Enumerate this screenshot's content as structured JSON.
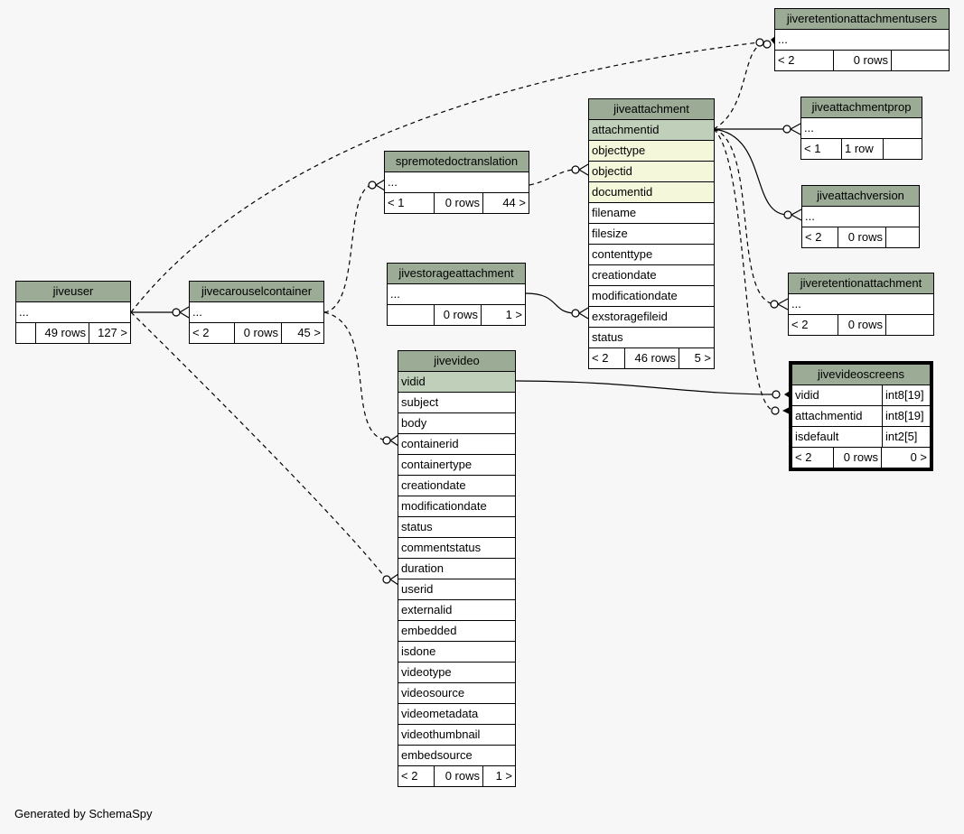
{
  "tables": {
    "jiveuser": {
      "name": "jiveuser",
      "rows": [
        "..."
      ],
      "foot": [
        "",
        "49 rows",
        "127 >"
      ]
    },
    "jivecarouselcontainer": {
      "name": "jivecarouselcontainer",
      "rows": [
        "..."
      ],
      "foot": [
        "< 2",
        "0 rows",
        "45 >"
      ]
    },
    "spremotedoctranslation": {
      "name": "spremotedoctranslation",
      "rows": [
        "..."
      ],
      "foot": [
        "< 1",
        "0 rows",
        "44 >"
      ]
    },
    "jivestorageattachment": {
      "name": "jivestorageattachment",
      "rows": [
        "..."
      ],
      "foot": [
        "",
        "0 rows",
        "1 >"
      ]
    },
    "jiveattachment": {
      "name": "jiveattachment",
      "rows": [
        "attachmentid",
        "objecttype",
        "objectid",
        "documentid",
        "filename",
        "filesize",
        "contenttype",
        "creationdate",
        "modificationdate",
        "exstoragefileid",
        "status"
      ],
      "foot": [
        "< 2",
        "46 rows",
        "5 >"
      ]
    },
    "jivevideo": {
      "name": "jivevideo",
      "rows": [
        "vidid",
        "subject",
        "body",
        "containerid",
        "containertype",
        "creationdate",
        "modificationdate",
        "status",
        "commentstatus",
        "duration",
        "userid",
        "externalid",
        "embedded",
        "isdone",
        "videotype",
        "videosource",
        "videometadata",
        "videothumbnail",
        "embedsource"
      ],
      "foot": [
        "< 2",
        "0 rows",
        "1 >"
      ]
    },
    "jiveretentionattachmentusers": {
      "name": "jiveretentionattachmentusers",
      "rows": [
        "..."
      ],
      "foot": [
        "< 2",
        "0 rows",
        ""
      ]
    },
    "jiveattachmentprop": {
      "name": "jiveattachmentprop",
      "rows": [
        "..."
      ],
      "foot": [
        "< 1",
        "1 row",
        ""
      ]
    },
    "jiveattachversion": {
      "name": "jiveattachversion",
      "rows": [
        "..."
      ],
      "foot": [
        "< 2",
        "0 rows",
        ""
      ]
    },
    "jiveretentionattachment": {
      "name": "jiveretentionattachment",
      "rows": [
        "..."
      ],
      "foot": [
        "< 2",
        "0 rows",
        ""
      ]
    },
    "jivevideoscreens": {
      "name": "jivevideoscreens",
      "rows": [
        "vidid",
        "attachmentid",
        "isdefault"
      ],
      "types": [
        "int8[19]",
        "int8[19]",
        "int2[5]"
      ],
      "foot": [
        "< 2",
        "0 rows",
        "0 >"
      ]
    }
  },
  "colors": {
    "header": "#9bab96",
    "primary_key": "#bfcfba",
    "foreign_key": "#f4f7da",
    "background": "#f7f7f7"
  },
  "footer": "Generated by SchemaSpy"
}
